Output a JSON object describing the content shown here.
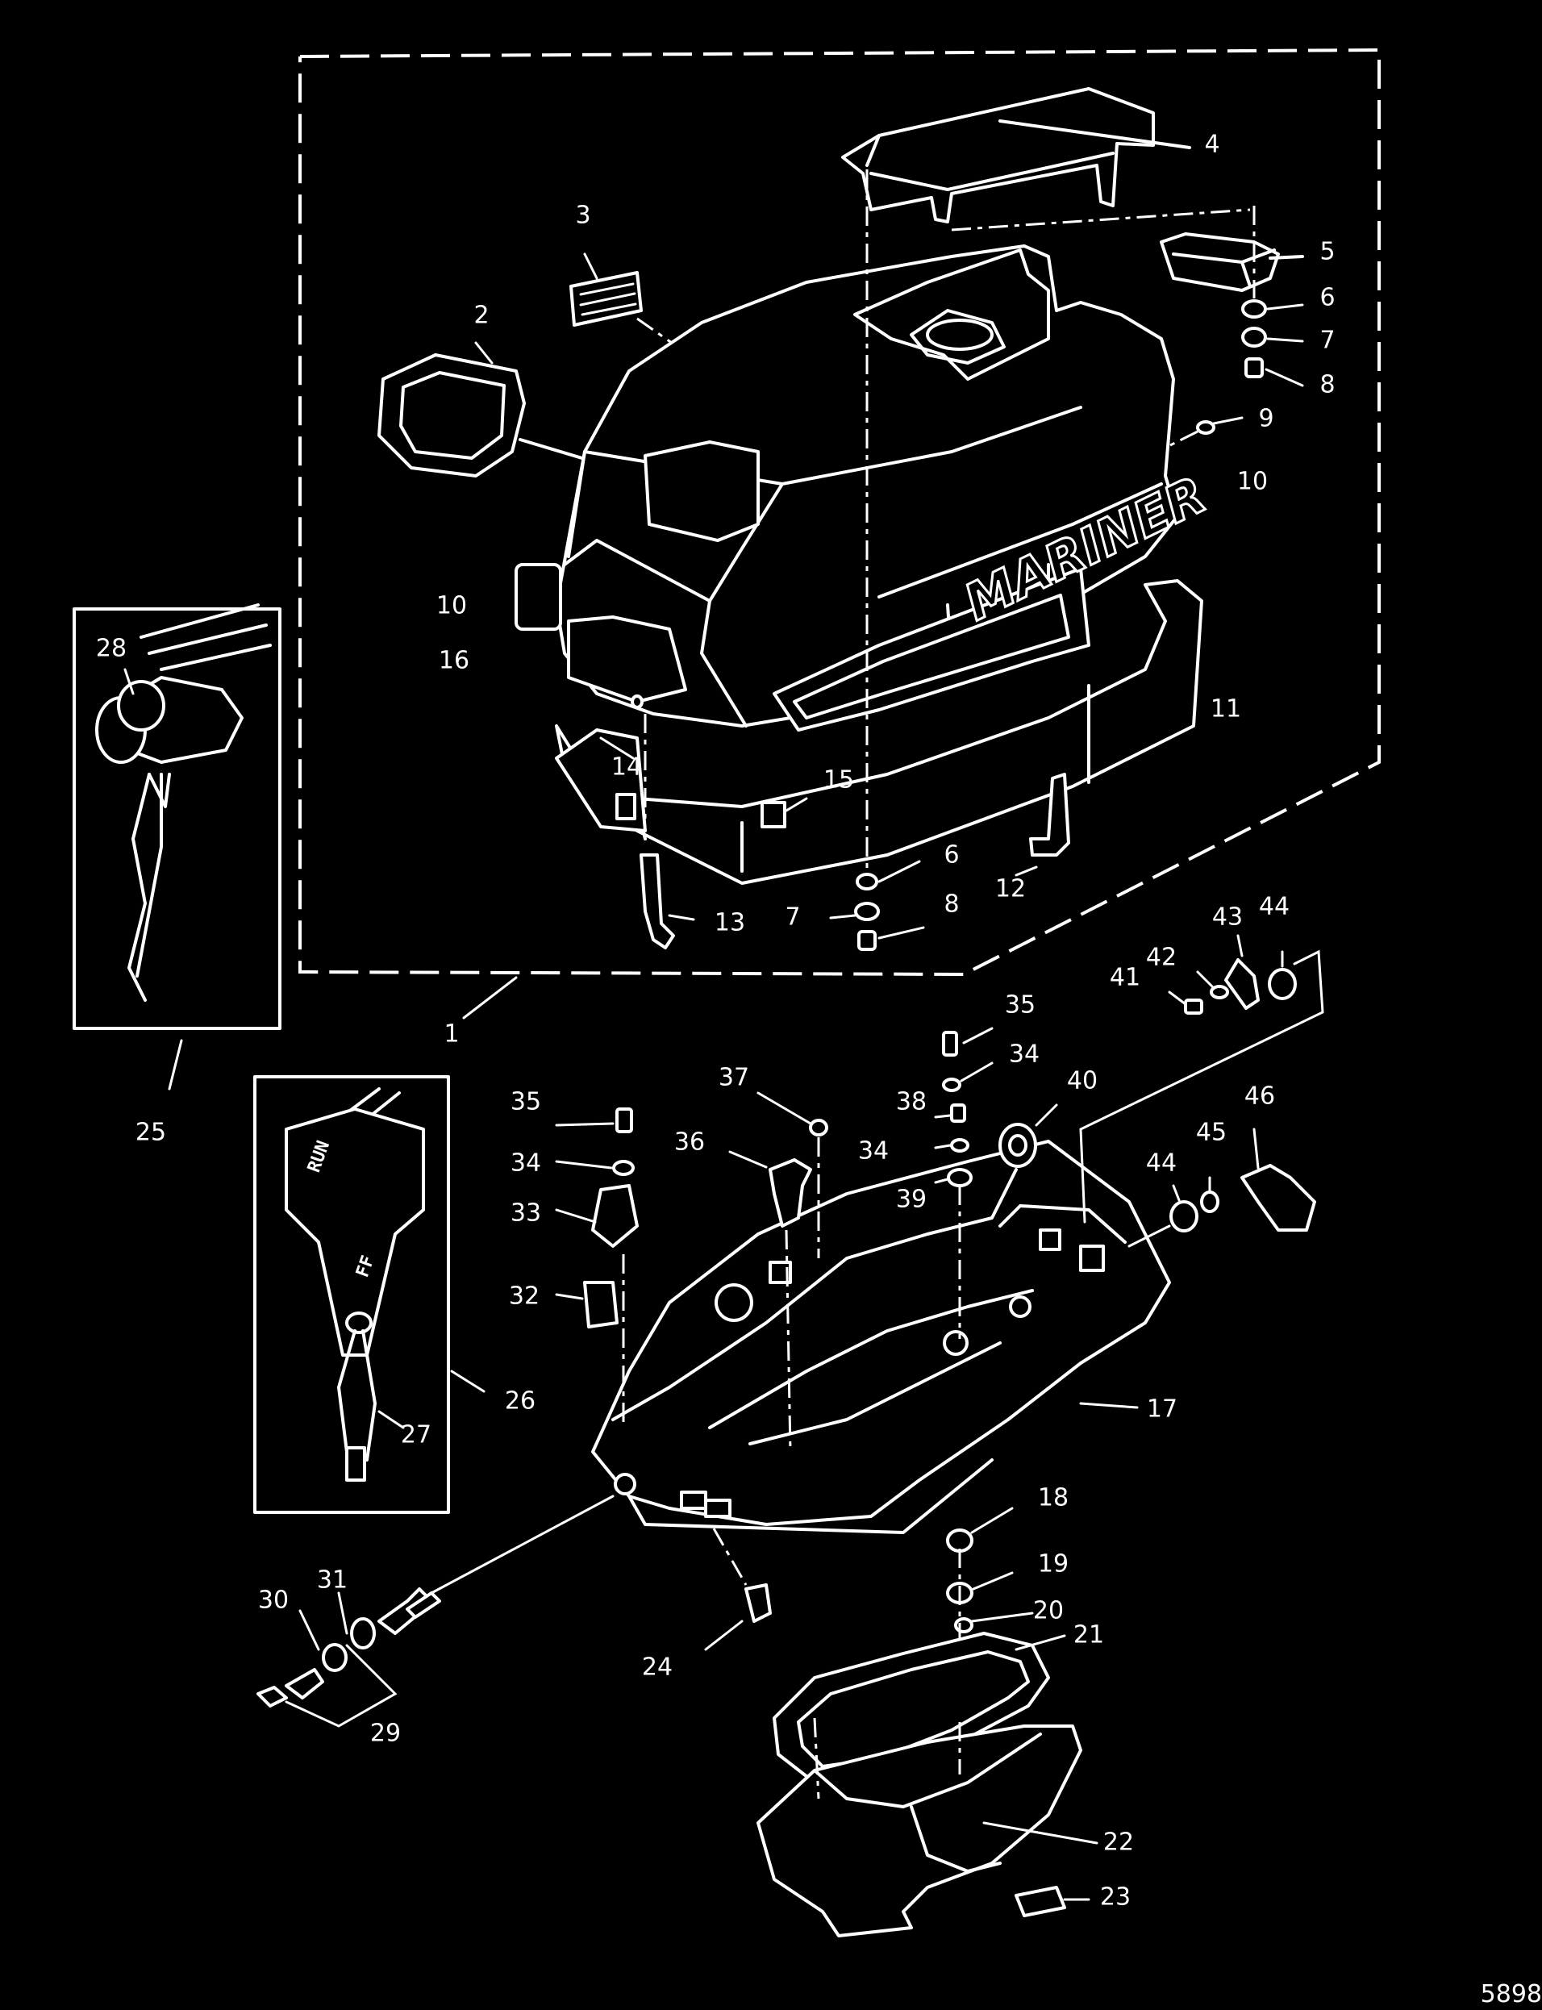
{
  "diagram": {
    "brand_text": "MARINER",
    "switch_run_text": "RUN",
    "switch_off_text": "FF",
    "document_number": "5898",
    "callouts": [
      {
        "id": "c1",
        "text": "1"
      },
      {
        "id": "c2",
        "text": "2"
      },
      {
        "id": "c3",
        "text": "3"
      },
      {
        "id": "c4",
        "text": "4"
      },
      {
        "id": "c5",
        "text": "5"
      },
      {
        "id": "c6a",
        "text": "6"
      },
      {
        "id": "c7a",
        "text": "7"
      },
      {
        "id": "c8a",
        "text": "8"
      },
      {
        "id": "c9",
        "text": "9"
      },
      {
        "id": "c10a",
        "text": "10"
      },
      {
        "id": "c10b",
        "text": "10"
      },
      {
        "id": "c11",
        "text": "11"
      },
      {
        "id": "c12",
        "text": "12"
      },
      {
        "id": "c13",
        "text": "13"
      },
      {
        "id": "c14",
        "text": "14"
      },
      {
        "id": "c15",
        "text": "15"
      },
      {
        "id": "c16",
        "text": "16"
      },
      {
        "id": "c6b",
        "text": "6"
      },
      {
        "id": "c7b",
        "text": "7"
      },
      {
        "id": "c8b",
        "text": "8"
      },
      {
        "id": "c17",
        "text": "17"
      },
      {
        "id": "c18",
        "text": "18"
      },
      {
        "id": "c19",
        "text": "19"
      },
      {
        "id": "c20",
        "text": "20"
      },
      {
        "id": "c21",
        "text": "21"
      },
      {
        "id": "c22",
        "text": "22"
      },
      {
        "id": "c23",
        "text": "23"
      },
      {
        "id": "c24",
        "text": "24"
      },
      {
        "id": "c25",
        "text": "25"
      },
      {
        "id": "c26",
        "text": "26"
      },
      {
        "id": "c27",
        "text": "27"
      },
      {
        "id": "c28",
        "text": "28"
      },
      {
        "id": "c29",
        "text": "29"
      },
      {
        "id": "c30",
        "text": "30"
      },
      {
        "id": "c31",
        "text": "31"
      },
      {
        "id": "c32",
        "text": "32"
      },
      {
        "id": "c33",
        "text": "33"
      },
      {
        "id": "c34a",
        "text": "34"
      },
      {
        "id": "c35a",
        "text": "35"
      },
      {
        "id": "c34b",
        "text": "34"
      },
      {
        "id": "c35b",
        "text": "35"
      },
      {
        "id": "c36",
        "text": "36"
      },
      {
        "id": "c37",
        "text": "37"
      },
      {
        "id": "c38",
        "text": "38"
      },
      {
        "id": "c34c",
        "text": "34"
      },
      {
        "id": "c39",
        "text": "39"
      },
      {
        "id": "c40",
        "text": "40"
      },
      {
        "id": "c41",
        "text": "41"
      },
      {
        "id": "c42",
        "text": "42"
      },
      {
        "id": "c43",
        "text": "43"
      },
      {
        "id": "c44a",
        "text": "44"
      },
      {
        "id": "c44b",
        "text": "44"
      },
      {
        "id": "c45",
        "text": "45"
      },
      {
        "id": "c46",
        "text": "46"
      }
    ]
  }
}
